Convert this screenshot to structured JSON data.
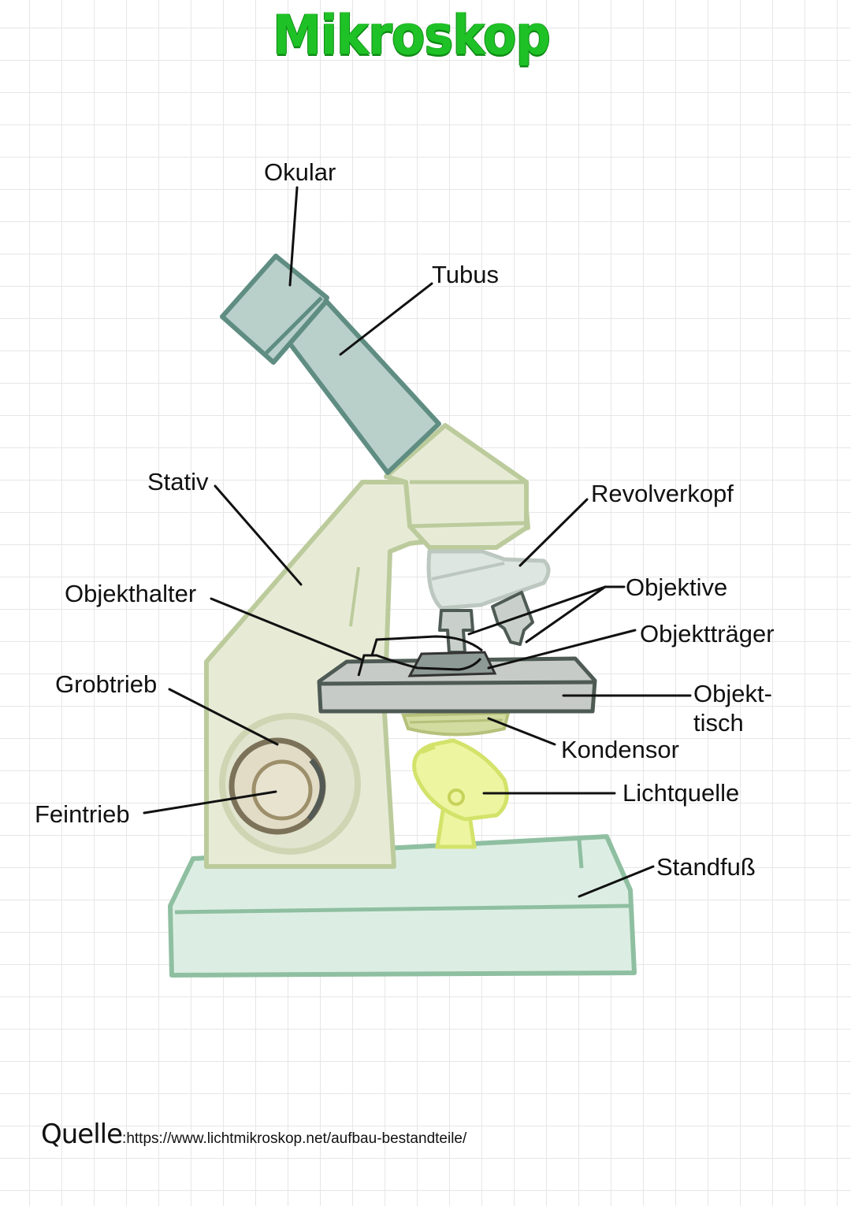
{
  "title": "Mikroskop",
  "labels": {
    "okular": "Okular",
    "tubus": "Tubus",
    "stativ": "Stativ",
    "revolverkopf": "Revolverkopf",
    "objektive": "Objektive",
    "objekttraeger": "Objektträger",
    "objekthalter": "Objekthalter",
    "objekttisch": "Objekt-\ntisch",
    "grobtrieb": "Grobtrieb",
    "feintrieb": "Feintrieb",
    "kondensor": "Kondensor",
    "lichtquelle": "Lichtquelle",
    "standfuss": "Standfuß"
  },
  "footer": {
    "quelle": "Quelle",
    "url": ":https://www.lichtmikroskop.net/aufbau-bestandteile/"
  },
  "colors": {
    "title": "#1fc226",
    "tube_fill": "#b9cfca",
    "tube_stroke": "#5f8d82",
    "stand_fill": "#e7ebd6",
    "stand_stroke": "#bccb9c",
    "base_fill": "#dceee3",
    "base_stroke": "#8fbfa1",
    "stage_fill": "#c7cbc7",
    "stage_stroke": "#4e5a54",
    "lamp_fill": "#eef5a0",
    "lamp_stroke": "#d3e36a"
  }
}
